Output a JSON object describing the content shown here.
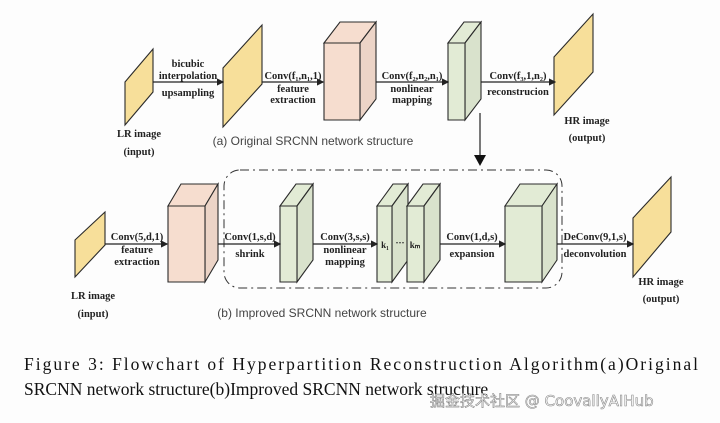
{
  "diagram": {
    "colors": {
      "plane": "#f7df9a",
      "feature_box": "#f6ddcf",
      "mapping_box": "#e2ebd5",
      "stroke": "#2a2a2a"
    },
    "top": {
      "input_label": "LR image",
      "input_sub": "(input)",
      "step1": [
        "bicubic",
        "interpolation",
        "upsampling"
      ],
      "step2": [
        "Conv(f₁,n₁,1)",
        "feature",
        "extraction"
      ],
      "step3": [
        "Conv(f₂,n₂,n₁)",
        "nonlinear",
        "mapping"
      ],
      "step4": [
        "Conv(f₃,1,n₂)",
        "reconstrucion"
      ],
      "output_label": "HR image",
      "output_sub": "(output)",
      "caption": "(a) Original SRCNN network structure"
    },
    "bottom": {
      "input_label": "LR image",
      "input_sub": "(input)",
      "step1": [
        "Conv(5,d,1)",
        "feature",
        "extraction"
      ],
      "step2": [
        "Conv(1,s,d)",
        "shrink"
      ],
      "step3": [
        "Conv(3,s,s)",
        "nonlinear",
        "mapping"
      ],
      "k_first": "k₁",
      "k_dots": "···",
      "k_last": "kₘ",
      "step4": [
        "Conv(1,d,s)",
        "expansion"
      ],
      "step5": [
        "DeConv(9,1,s)",
        "deconvolution"
      ],
      "output_label": "HR image",
      "output_sub": "(output)",
      "caption": "(b) Improved SRCNN network structure"
    }
  },
  "figure_caption": {
    "line1": "Figure 3:  Flowchart of Hyperpartition Reconstruction Algorithm(a)Original",
    "line2": "SRCNN network structure(b)Improved SRCNN network structure"
  },
  "watermark": "掘金技术社区 @ CoovallyAIHub"
}
